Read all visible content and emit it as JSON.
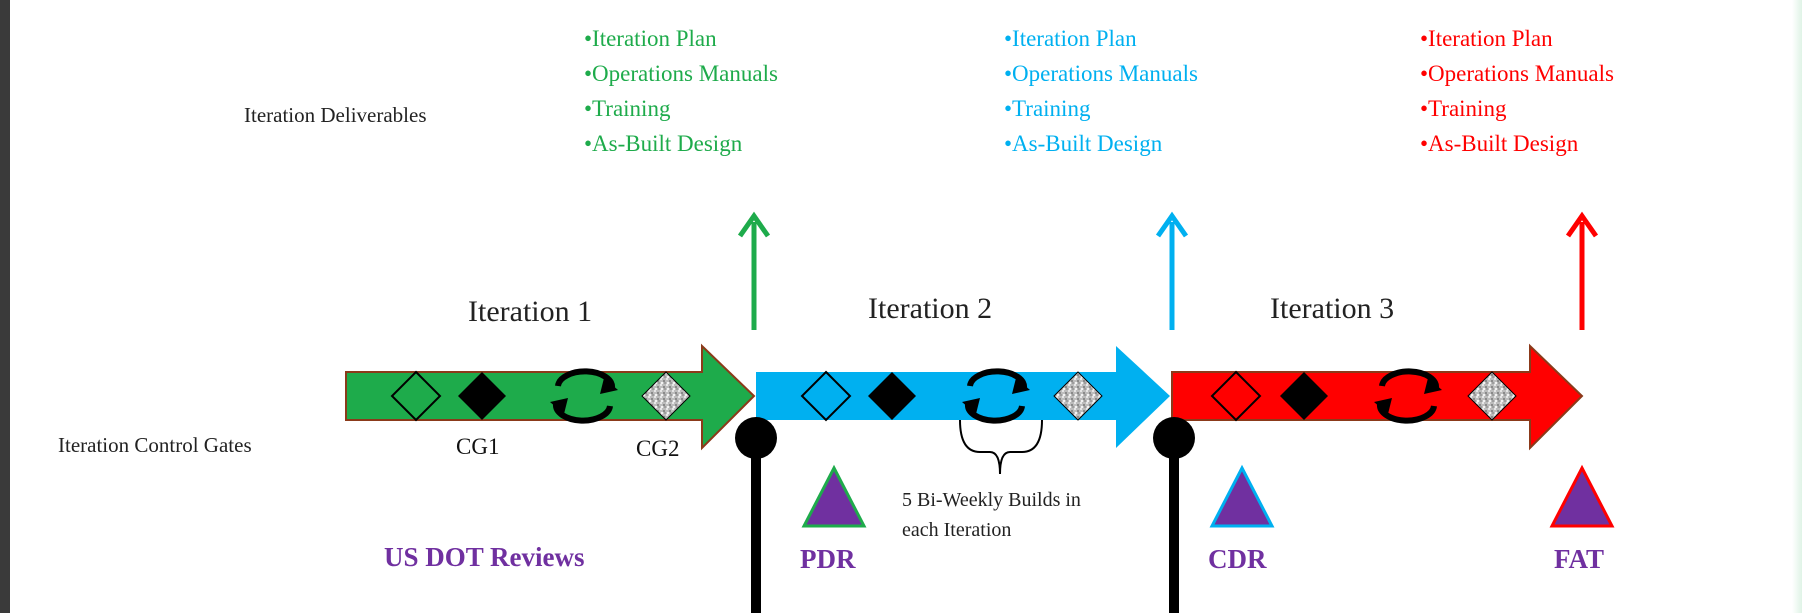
{
  "labels": {
    "iteration_deliverables": "Iteration Deliverables",
    "iteration_control_gates": "Iteration Control Gates",
    "us_dot_reviews": "US DOT Reviews",
    "builds_note_line1": "5 Bi-Weekly Builds in",
    "builds_note_line2": "each Iteration"
  },
  "control_gates": [
    "CG1",
    "CG2"
  ],
  "iterations": [
    {
      "title": "Iteration 1",
      "color": "#1eab4b",
      "deliverables": [
        "•Iteration Plan",
        "•Operations Manuals",
        "•Training",
        "•As-Built Design"
      ],
      "review": "PDR"
    },
    {
      "title": "Iteration 2",
      "color": "#00b0f0",
      "deliverables": [
        "•Iteration Plan",
        "•Operations Manuals",
        "•Training",
        "•As-Built Design"
      ],
      "review": "CDR"
    },
    {
      "title": "Iteration 3",
      "color": "#ff0000",
      "deliverables": [
        "•Iteration Plan",
        "•Operations Manuals",
        "•Training",
        "•As-Built Design"
      ],
      "review": "FAT"
    }
  ],
  "colors": {
    "review_text": "#7030a0",
    "triangle_fill": "#7030a0",
    "arrow_border": "#8b3a1a",
    "green": "#1eab4b",
    "blue": "#00b0f0",
    "red": "#ff0000"
  },
  "icons": [
    "hollow-diamond-icon",
    "solid-diamond-icon",
    "cycle-icon",
    "textured-diamond-icon",
    "triangle-icon",
    "up-arrow-icon"
  ]
}
